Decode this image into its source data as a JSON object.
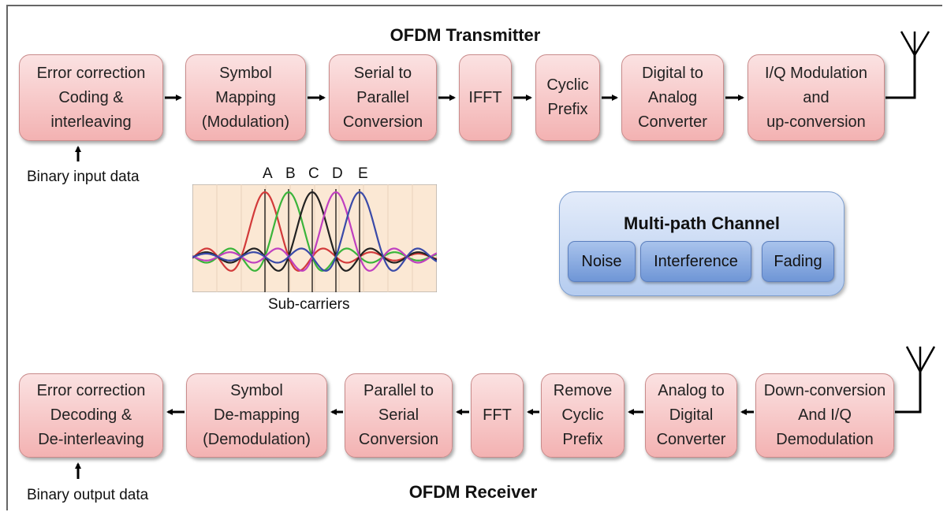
{
  "transmitter": {
    "title": "OFDM Transmitter",
    "blocks": [
      "Error correction\nCoding &\ninterleaving",
      "Symbol\nMapping\n(Modulation)",
      "Serial to\nParallel\nConversion",
      "IFFT",
      "Cyclic\nPrefix",
      "Digital to\nAnalog\nConverter",
      "I/Q Modulation\nand\nup-conversion"
    ],
    "input_label": "Binary input data"
  },
  "receiver": {
    "title": "OFDM Receiver",
    "blocks": [
      "Error correction\nDecoding &\nDe-interleaving",
      "Symbol\nDe-mapping\n(Demodulation)",
      "Parallel to\nSerial\nConversion",
      "FFT",
      "Remove\nCyclic\nPrefix",
      "Analog to\nDigital\nConverter",
      "Down-conversion\nAnd I/Q\nDemodulation"
    ],
    "output_label": "Binary output data"
  },
  "channel": {
    "title": "Multi-path Channel",
    "impairments": [
      "Noise",
      "Interference",
      "Fading"
    ]
  },
  "subcarriers": {
    "label": "Sub-carriers",
    "letters": [
      "A",
      "B",
      "C",
      "D",
      "E"
    ],
    "colors": [
      "#d23a3a",
      "#3ab43a",
      "#222222",
      "#c040c0",
      "#3a4aa8"
    ]
  },
  "colors": {
    "block_fill": "#f3b2b2",
    "channel_fill": "#b5ccef",
    "plot_background": "#fbe8d4"
  }
}
